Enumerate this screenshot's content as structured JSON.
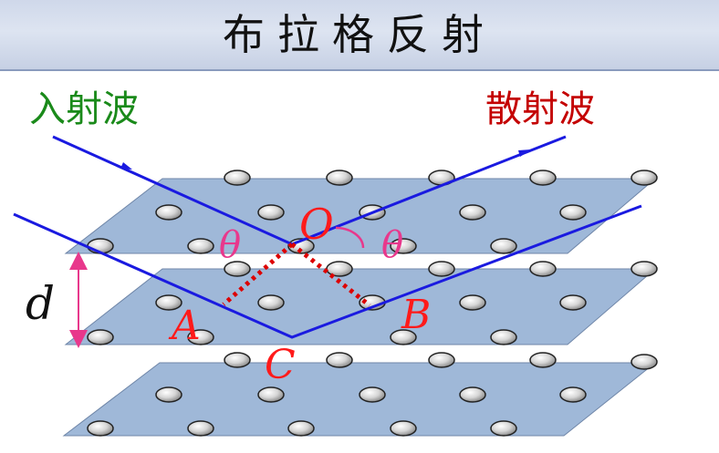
{
  "header": {
    "title": "布拉格反射"
  },
  "labels": {
    "incident_wave": "入射波",
    "scattered_wave": "散射波",
    "d": "d",
    "O": "O",
    "A": "A",
    "B": "B",
    "C": "C",
    "theta_left": "θ",
    "theta_right": "θ"
  },
  "colors": {
    "plane_fill": "#9fb8d8",
    "ray": "#1a1ae0",
    "path_difference": "#dd0000",
    "point_label": "#ff1a1a",
    "theta": "#e8388c",
    "spacing_arrow": "#e8388c",
    "incident_label": "#1a8a1a",
    "scattered_label": "#c40000"
  }
}
